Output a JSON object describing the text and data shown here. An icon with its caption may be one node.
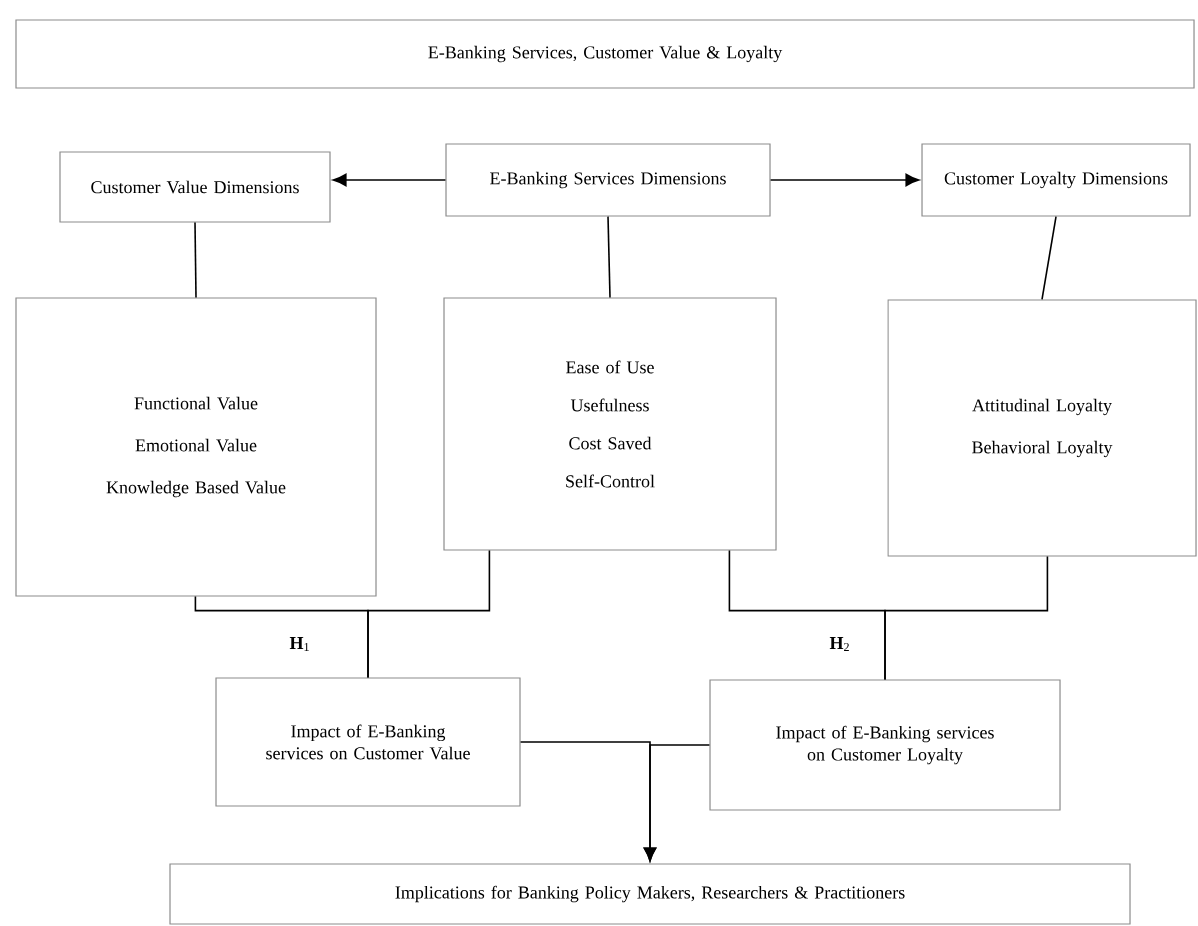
{
  "diagram": {
    "nodes": [
      {
        "text": [
          "E-Banking Services, Customer Value & Loyalty"
        ]
      },
      {
        "text": [
          "Customer Value Dimensions"
        ]
      },
      {
        "text": [
          "E-Banking Services Dimensions"
        ]
      },
      {
        "text": [
          "Customer Loyalty Dimensions"
        ]
      },
      {
        "text": [
          "Functional Value",
          "Emotional Value",
          "Knowledge Based Value"
        ]
      },
      {
        "text": [
          "Ease of Use",
          "Usefulness",
          "Cost Saved",
          "Self-Control"
        ]
      },
      {
        "text": [
          "Attitudinal Loyalty",
          "Behavioral Loyalty"
        ]
      },
      {
        "text": [
          "Impact of E-Banking services on Customer Value"
        ]
      },
      {
        "text": [
          "Impact of E-Banking services on Customer Loyalty"
        ]
      },
      {
        "text": [
          "Implications for Banking Policy Makers, Researchers & Practitioners"
        ]
      }
    ],
    "edges": [
      {
        "from": 2,
        "to": 1,
        "arrow": "to"
      },
      {
        "from": 2,
        "to": 3,
        "arrow": "to"
      },
      {
        "from": 1,
        "to": 4,
        "arrow": "none"
      },
      {
        "from": 2,
        "to": 5,
        "arrow": "none"
      },
      {
        "from": 3,
        "to": 6,
        "arrow": "none"
      },
      {
        "from": 4,
        "to": 7,
        "arrow": "none"
      },
      {
        "from": 5,
        "to": 7,
        "arrow": "none"
      },
      {
        "from": 5,
        "to": 8,
        "arrow": "none"
      },
      {
        "from": 6,
        "to": 8,
        "arrow": "none"
      },
      {
        "from": 7,
        "to": 9,
        "arrow": "to"
      },
      {
        "from": 8,
        "to": 9,
        "arrow": "to"
      }
    ],
    "labels": [
      "**H**$_{1}$",
      "**H**$_{2}$"
    ]
  }
}
